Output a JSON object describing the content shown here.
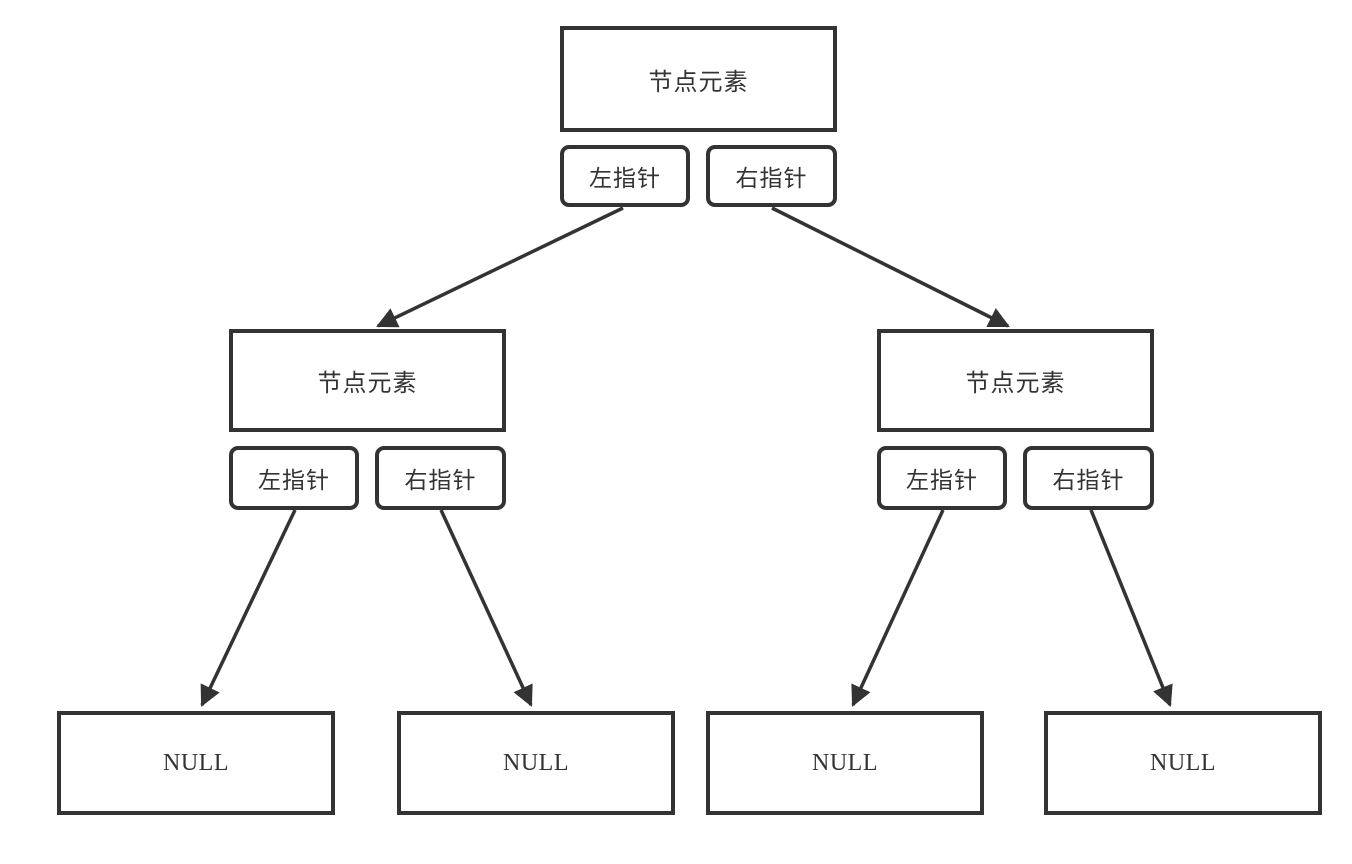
{
  "colors": {
    "line": "#333333",
    "background": "#ffffff"
  },
  "nodes": {
    "root": {
      "element_label": "节点元素",
      "left_pointer_label": "左指针",
      "right_pointer_label": "右指针"
    },
    "left_child": {
      "element_label": "节点元素",
      "left_pointer_label": "左指针",
      "right_pointer_label": "右指针"
    },
    "right_child": {
      "element_label": "节点元素",
      "left_pointer_label": "左指针",
      "right_pointer_label": "右指针"
    }
  },
  "null_labels": [
    "NULL",
    "NULL",
    "NULL",
    "NULL"
  ]
}
